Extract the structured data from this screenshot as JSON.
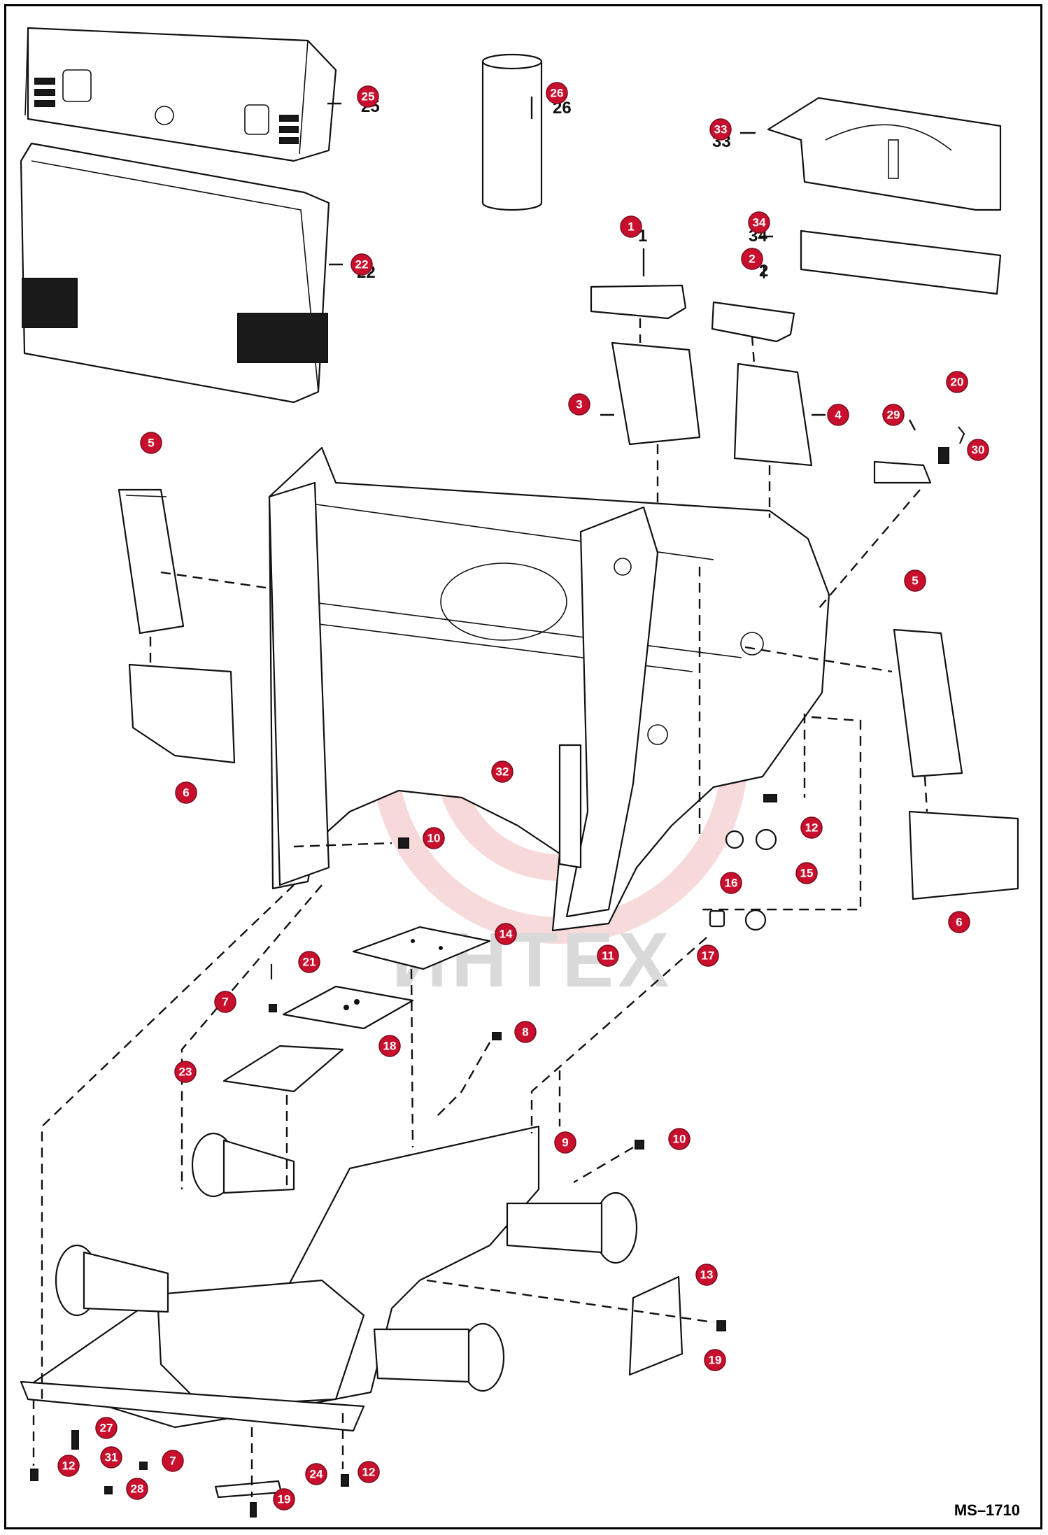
{
  "drawing_code": "MS–1710",
  "watermark": {
    "text": "ИНТЕХ"
  },
  "callouts": [
    {
      "label": "25"
    },
    {
      "label": "26"
    },
    {
      "label": "33"
    },
    {
      "label": "22"
    },
    {
      "label": "34"
    },
    {
      "label": "1"
    },
    {
      "label": "2"
    },
    {
      "label": "3"
    },
    {
      "label": "4"
    },
    {
      "label": "20"
    },
    {
      "label": "29"
    },
    {
      "label": "30"
    },
    {
      "label": "5"
    },
    {
      "label": "5"
    },
    {
      "label": "6"
    },
    {
      "label": "32"
    },
    {
      "label": "12"
    },
    {
      "label": "10"
    },
    {
      "label": "15"
    },
    {
      "label": "16"
    },
    {
      "label": "6"
    },
    {
      "label": "14"
    },
    {
      "label": "11"
    },
    {
      "label": "17"
    },
    {
      "label": "21"
    },
    {
      "label": "7"
    },
    {
      "label": "8"
    },
    {
      "label": "18"
    },
    {
      "label": "23"
    },
    {
      "label": "9"
    },
    {
      "label": "10"
    },
    {
      "label": "13"
    },
    {
      "label": "19"
    },
    {
      "label": "27"
    },
    {
      "label": "31"
    },
    {
      "label": "7"
    },
    {
      "label": "12"
    },
    {
      "label": "24"
    },
    {
      "label": "12"
    },
    {
      "label": "28"
    },
    {
      "label": "19"
    }
  ]
}
